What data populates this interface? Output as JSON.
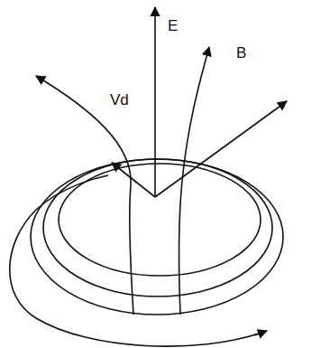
{
  "diagram": {
    "labels": [
      "E",
      "B",
      "Vd"
    ]
  }
}
